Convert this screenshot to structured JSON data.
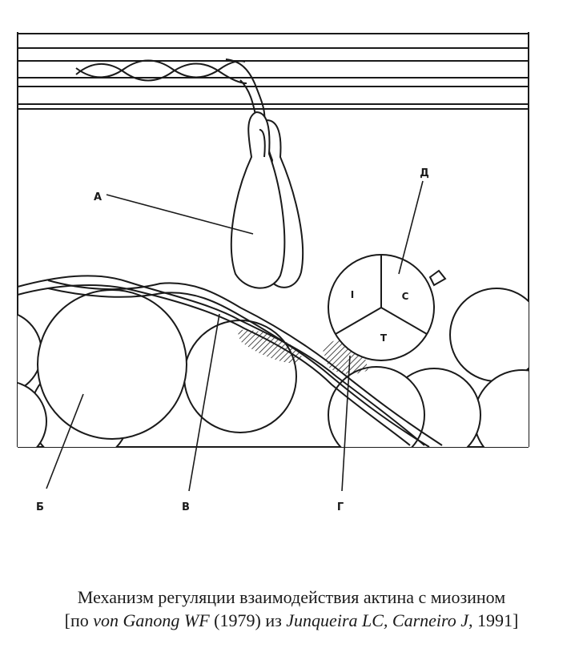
{
  "labels": {
    "A": "А",
    "B": "Б",
    "V": "В",
    "G": "Г",
    "D": "Д"
  },
  "troponin": {
    "I": "I",
    "C": "C",
    "T": "T"
  },
  "caption": {
    "line1": "Механизм регуляции взаимодействия актина с миозином",
    "line2_pre": "[по ",
    "line2_author1": "von Ganong WF",
    "line2_year1": " (1979) из ",
    "line2_author2": "Junqueira LC, Carneiro J",
    "line2_year2": ", 1991]"
  }
}
